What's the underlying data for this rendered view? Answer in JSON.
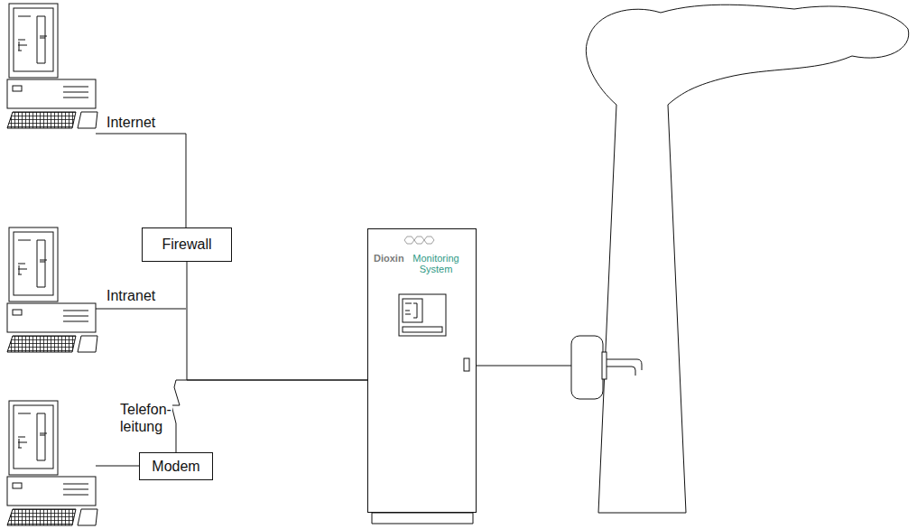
{
  "diagram": {
    "nodes": [
      {
        "text": [
          "Firewall"
        ]
      },
      {
        "text": [
          "Modem"
        ]
      },
      {
        "text": [
          "Dioxin",
          "Monitoring System"
        ]
      }
    ],
    "edges": [
      {
        "from": 0,
        "to": 2,
        "arrow": "none"
      },
      {
        "from": 1,
        "to": 2,
        "label": "Telefon- leitung",
        "arrow": "none"
      }
    ],
    "labels": [
      "Internet",
      "Intranet"
    ]
  }
}
